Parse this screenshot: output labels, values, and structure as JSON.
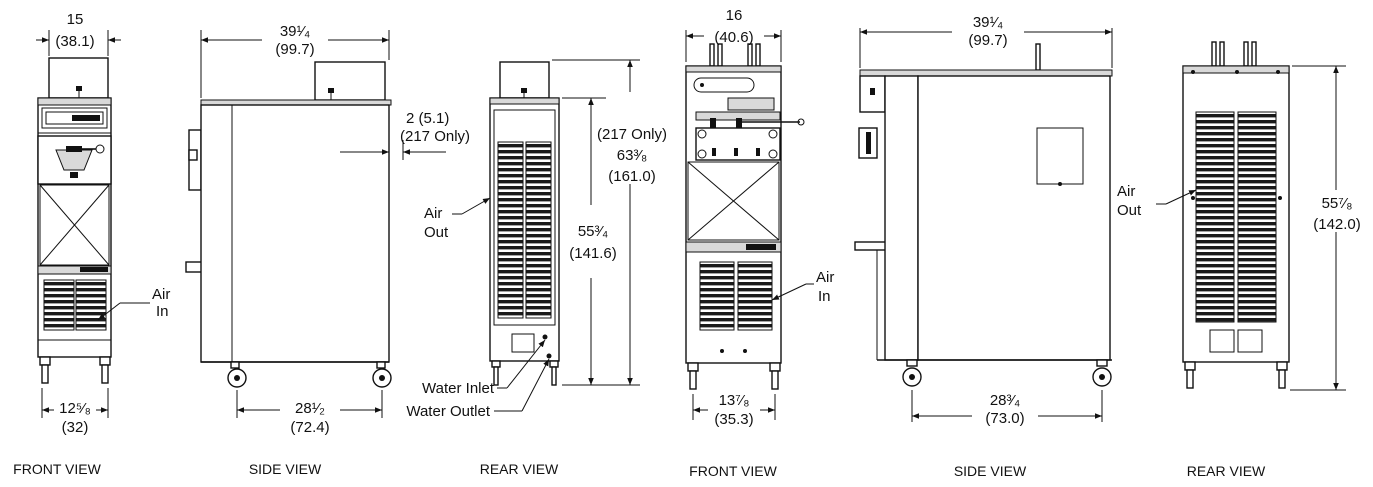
{
  "machine_a": {
    "front": {
      "view_label": "FRONT VIEW",
      "width_top": "15",
      "width_top_metric": "(38.1)",
      "width_base": "12⁵⁄₈",
      "width_base_metric": "(32)",
      "air_label_1": "Air",
      "air_label_2": "In"
    },
    "side": {
      "view_label": "SIDE VIEW",
      "depth_top": "39¹⁄₄",
      "depth_top_metric": "(99.7)",
      "clearance": "2 (5.1)",
      "clearance_note": "(217 Only)",
      "depth_base": "28¹⁄₂",
      "depth_base_metric": "(72.4)"
    },
    "rear": {
      "view_label": "REAR VIEW",
      "air_label_1": "Air",
      "air_label_2": "Out",
      "height_body": "55³⁄₄",
      "height_body_metric": "(141.6)",
      "height_total_note": "(217 Only)",
      "height_total": "63³⁄₈",
      "height_total_metric": "(161.0)",
      "water_inlet": "Water Inlet",
      "water_outlet": "Water Outlet"
    }
  },
  "machine_b": {
    "front": {
      "view_label": "FRONT VIEW",
      "width_top": "16",
      "width_top_metric": "(40.6)",
      "width_base": "13⁷⁄₈",
      "width_base_metric": "(35.3)",
      "air_label_1": "Air",
      "air_label_2": "In"
    },
    "side": {
      "view_label": "SIDE VIEW",
      "depth_top": "39¹⁄₄",
      "depth_top_metric": "(99.7)",
      "depth_base": "28³⁄₄",
      "depth_base_metric": "(73.0)"
    },
    "rear": {
      "view_label": "REAR VIEW",
      "air_label_1": "Air",
      "air_label_2": "Out",
      "height": "55⁷⁄₈",
      "height_metric": "(142.0)"
    }
  }
}
